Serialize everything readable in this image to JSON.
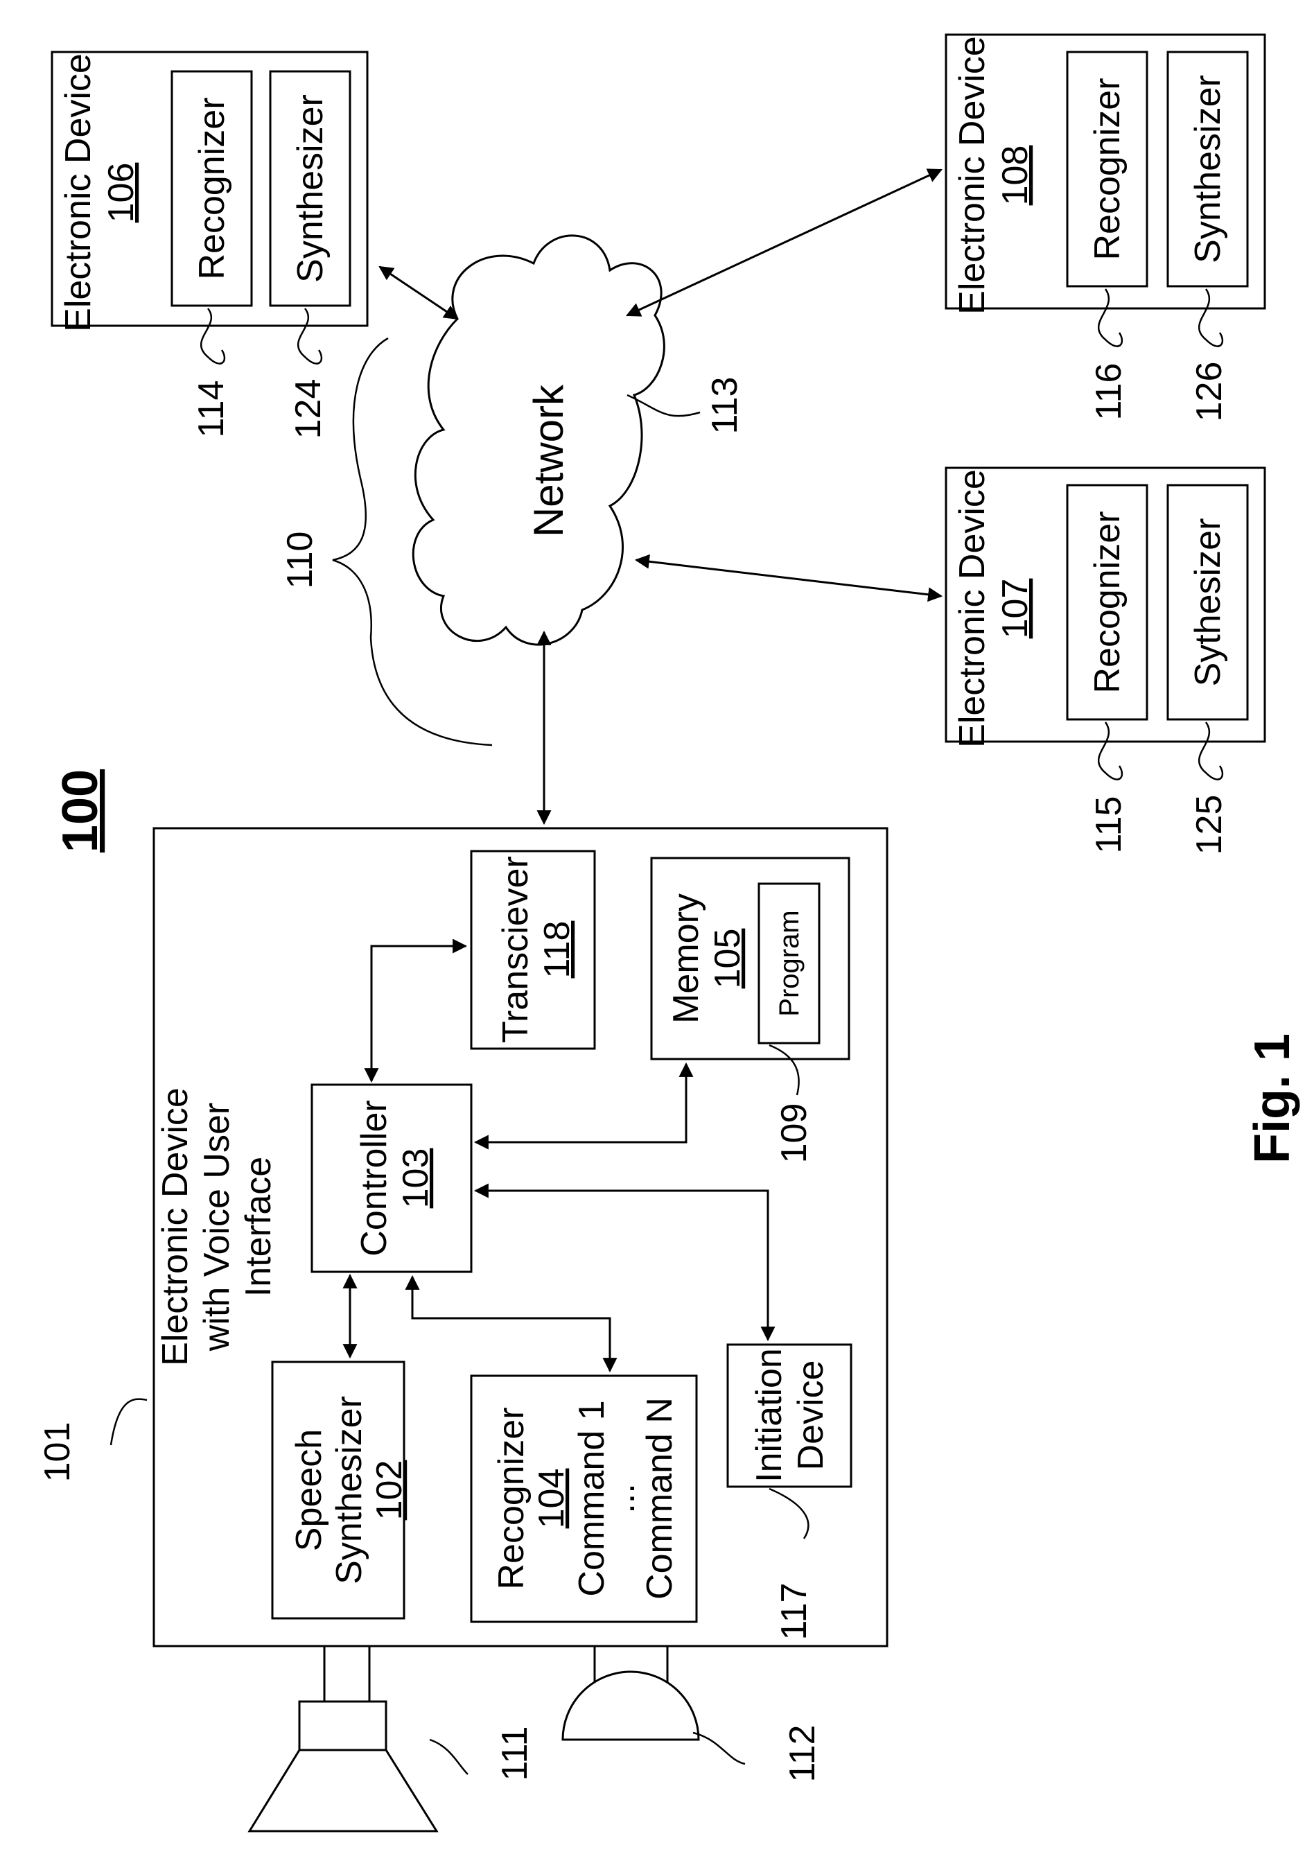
{
  "figure": {
    "number": "100",
    "caption": "Fig. 1"
  },
  "main_device": {
    "ref": "101",
    "title_lines": [
      "Electronic Device",
      "with Voice User",
      "Interface"
    ],
    "speech_synthesizer": {
      "lines": [
        "Speech",
        "Synthesizer"
      ],
      "ref": "102"
    },
    "recognizer": {
      "title": "Recognizer",
      "ref": "104",
      "command_first": "Command 1",
      "ellipsis": "...",
      "command_last": "Command N"
    },
    "controller": {
      "title": "Controller",
      "ref": "103"
    },
    "transceiver": {
      "title": "Transciever",
      "ref": "118"
    },
    "memory": {
      "title": "Memory",
      "ref": "105",
      "program": "Program",
      "program_ref": "109"
    },
    "initiation_device": {
      "lines": [
        "Initiation",
        "Device"
      ],
      "ref": "117"
    }
  },
  "speaker": {
    "ref": "111"
  },
  "microphone": {
    "ref": "112"
  },
  "network": {
    "label": "Network",
    "ref": "113"
  },
  "remote_group_ref": "110",
  "remote_devices": [
    {
      "title": "Electronic Device",
      "ref": "106",
      "recognizer": "Recognizer",
      "synthesizer": "Synthesizer",
      "recognizer_ref": "114",
      "synthesizer_ref": "124"
    },
    {
      "title": "Electronic Device",
      "ref": "107",
      "recognizer": "Recognizer",
      "synthesizer": "Sythesizer",
      "recognizer_ref": "115",
      "synthesizer_ref": "125"
    },
    {
      "title": "Electronic Device",
      "ref": "108",
      "recognizer": "Recognizer",
      "synthesizer": "Synthesizer",
      "recognizer_ref": "116",
      "synthesizer_ref": "126"
    }
  ]
}
